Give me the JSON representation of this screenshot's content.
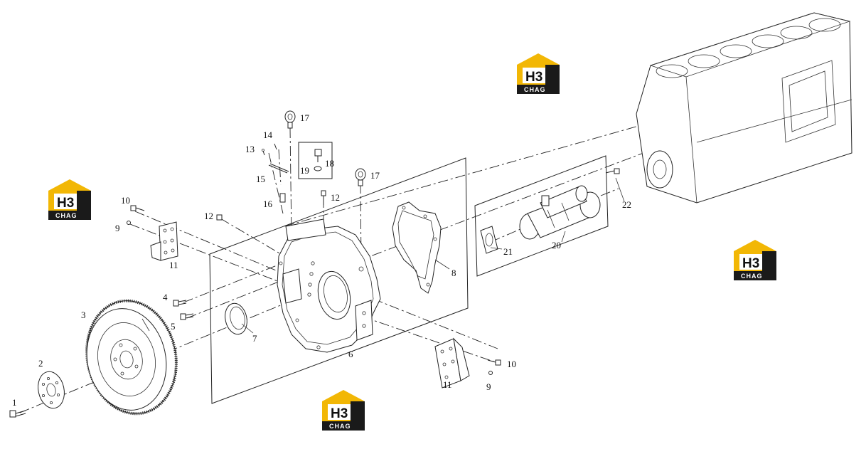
{
  "callouts": {
    "c1": "1",
    "c2": "2",
    "c3": "3",
    "c4": "4",
    "c5": "5",
    "c6": "6",
    "c7": "7",
    "c8": "8",
    "c9a": "9",
    "c9b": "9",
    "c10a": "10",
    "c10b": "10",
    "c11a": "11",
    "c11b": "11",
    "c12a": "12",
    "c12b": "12",
    "c13": "13",
    "c14": "14",
    "c15": "15",
    "c16": "16",
    "c17a": "17",
    "c17b": "17",
    "c18": "18",
    "c19": "19",
    "c20": "20",
    "c21": "21",
    "c22": "22"
  },
  "watermark": {
    "mark": "H3",
    "text": "CHAG",
    "accent_color": "#f2b705"
  }
}
